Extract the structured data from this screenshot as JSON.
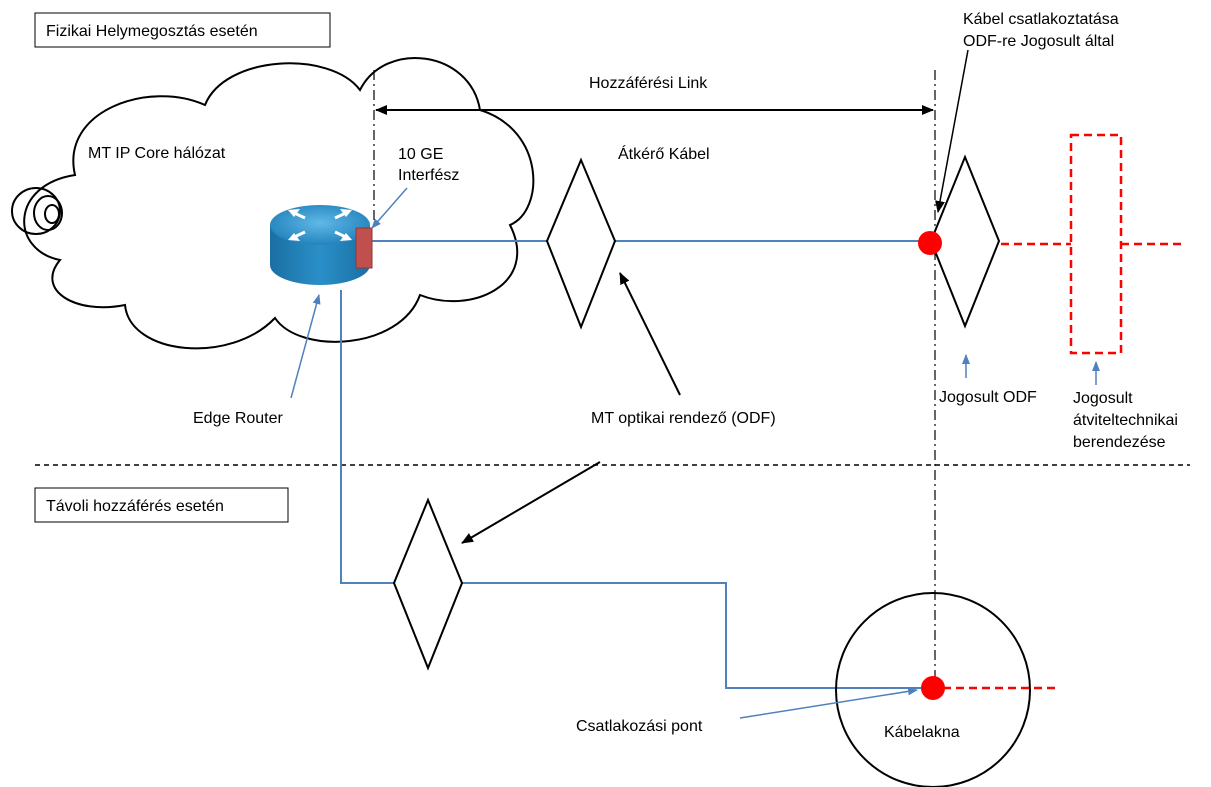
{
  "sections": {
    "physical": "Fizikai Helymegosztás esetén",
    "remote": "Távoli hozzáférés esetén"
  },
  "labels": {
    "cable_connection_line1": "Kábel csatlakoztatása",
    "cable_connection_line2": "ODF-re Jogosult által",
    "access_link": "Hozzáférési Link",
    "core_network": "MT IP Core hálózat",
    "interface_line1": "10 GE",
    "interface_line2": "Interfész",
    "patch_cable": "Átkérő Kábel",
    "edge_router": "Edge Router",
    "mt_odf": "MT optikai rendező (ODF)",
    "licensee_odf": "Jogosult ODF",
    "licensee_equipment_line1": "Jogosult",
    "licensee_equipment_line2": "átviteltechnikai",
    "licensee_equipment_line3": "berendezése",
    "connection_point": "Csatlakozási pont",
    "manhole": "Kábelakna"
  },
  "colors": {
    "link_blue": "#4f81bd",
    "connection_red": "#ff0000",
    "interface_red": "#c0504d",
    "router_blue": "#2b8fc8"
  },
  "icons": {
    "router": "router-icon",
    "cloud": "cloud-icon"
  }
}
